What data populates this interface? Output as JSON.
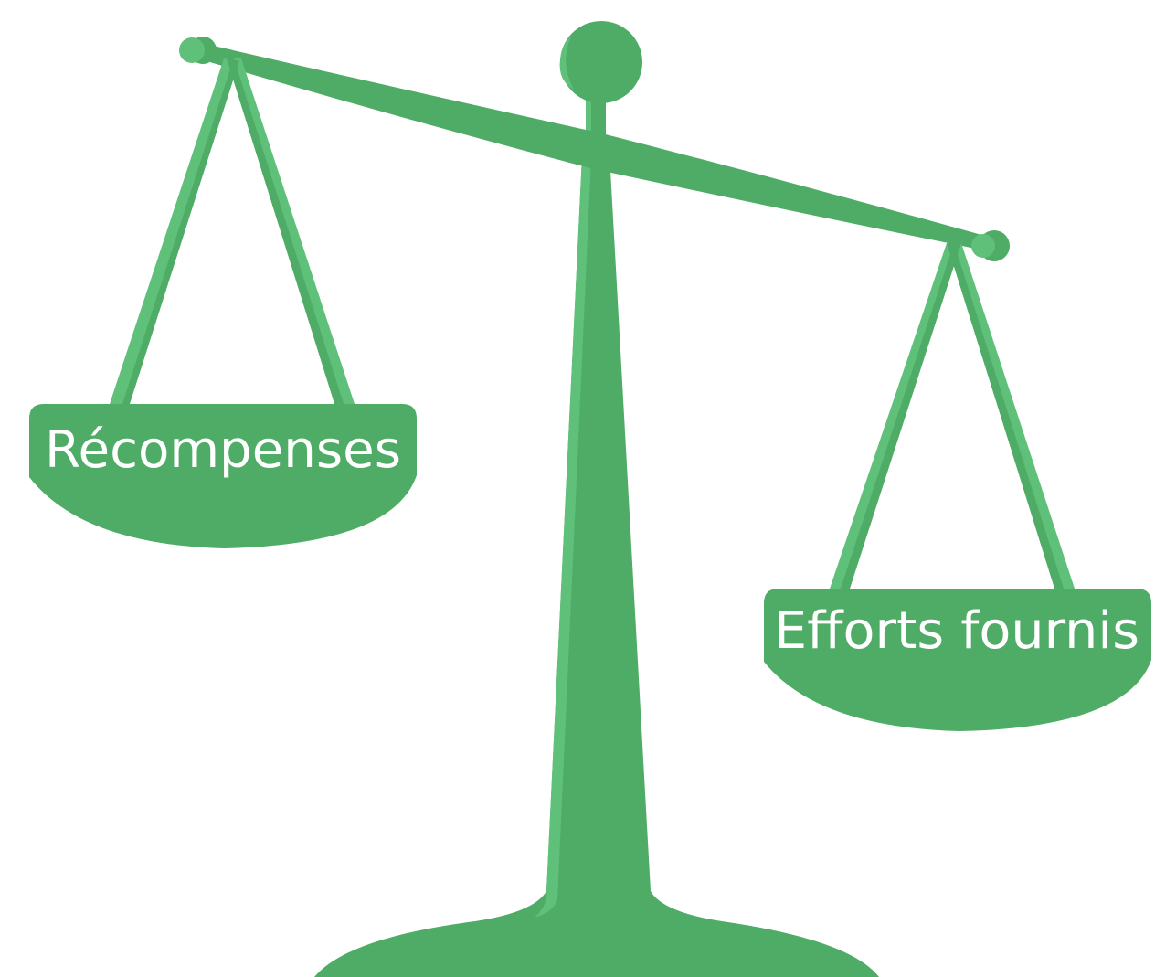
{
  "colors": {
    "main_green": "#4FAC66",
    "light_green": "#5FC07A",
    "background": "#ffffff"
  },
  "left_pan": {
    "label": "Récompenses",
    "side": "raised"
  },
  "right_pan": {
    "label": "Efforts fournis",
    "side": "lowered"
  }
}
